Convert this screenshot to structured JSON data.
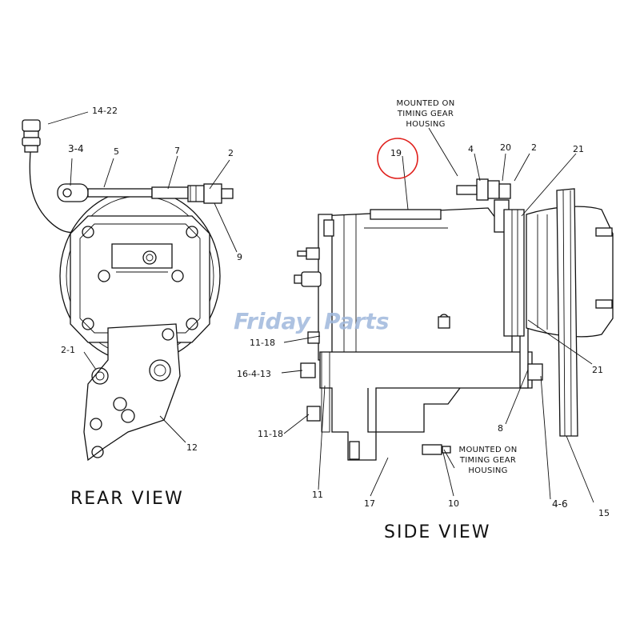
{
  "views": {
    "rear_title": "REAR VIEW",
    "side_title": "SIDE VIEW"
  },
  "notes": {
    "top": [
      "MOUNTED ON",
      "TIMING GEAR",
      "HOUSING"
    ],
    "bottom": [
      "MOUNTED ON",
      "TIMING GEAR",
      "HOUSING"
    ]
  },
  "rear_callouts": {
    "c14_22": "14-22",
    "c3_4": "3-4",
    "c5": "5",
    "c7": "7",
    "c2": "2",
    "c9": "9",
    "c2_1": "2-1",
    "c12": "12"
  },
  "side_callouts": {
    "c19": "19",
    "c4": "4",
    "c20": "20",
    "c2": "2",
    "c21a": "21",
    "c21b": "21",
    "c11_18a": "11-18",
    "c16_4_13": "16-4-13",
    "c11_18b": "11-18",
    "c8": "8",
    "c11": "11",
    "c17": "17",
    "c10": "10",
    "c4_6": "4-6",
    "c15": "15"
  },
  "highlight": {
    "ring_color": "#e0201c",
    "target": "19"
  },
  "watermark": {
    "text_a": "Friday",
    "text_b": "Parts",
    "color": "#9fb8dc"
  }
}
